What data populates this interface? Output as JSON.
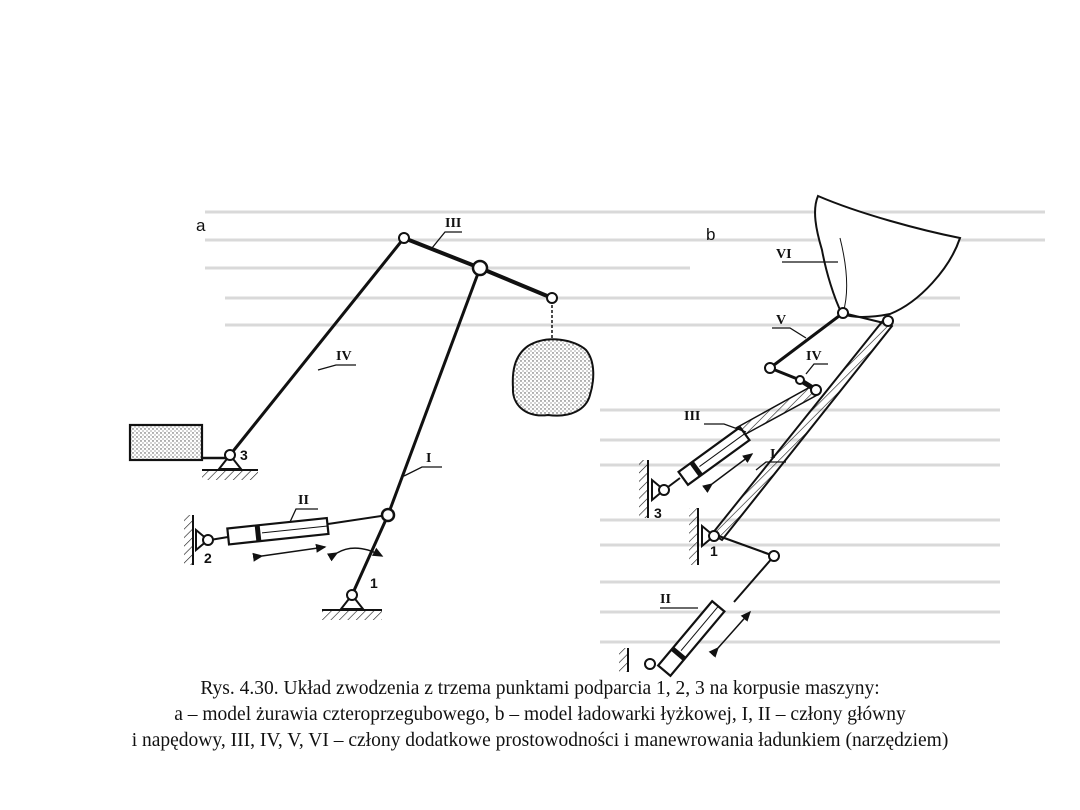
{
  "figure": {
    "panel_a": {
      "panel_label": "a",
      "member_labels": {
        "I": "I",
        "II": "II",
        "III": "III",
        "IV": "IV"
      },
      "support_labels": {
        "s1": "1",
        "s2": "2",
        "s3": "3"
      }
    },
    "panel_b": {
      "panel_label": "b",
      "member_labels": {
        "I": "I",
        "II": "II",
        "III": "III",
        "IV": "IV",
        "V": "V",
        "VI": "VI"
      },
      "support_labels": {
        "s1": "1",
        "s3": "3"
      }
    }
  },
  "caption": {
    "line1": "Rys. 4.30. Układ zwodzenia z trzema punktami podparcia 1, 2, 3 na korpusie maszyny:",
    "line2": "a – model żurawia czteroprzegubowego, b – model ładowarki łyżkowej, I, II – człony główny",
    "line3": "i napędowy, III, IV, V, VI – człony dodatkowe prostowodności i manewrowania ładunkiem (narzędziem)"
  },
  "colors": {
    "ink": "#111111",
    "faint": "#d8d8d8",
    "background": "#ffffff"
  }
}
